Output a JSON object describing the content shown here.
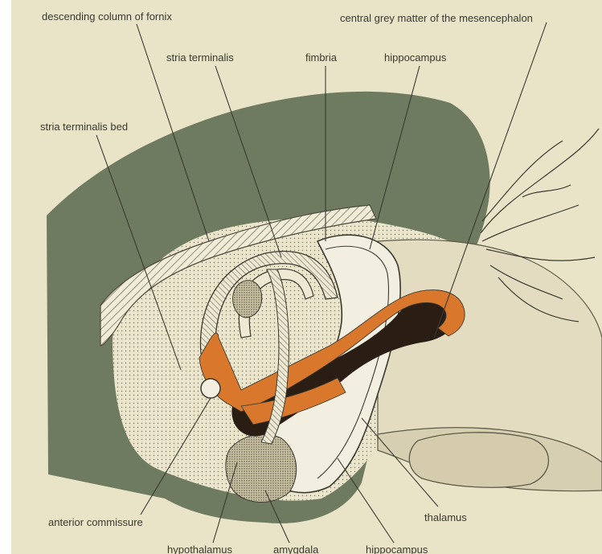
{
  "labels": {
    "descending_column_of_fornix": "descending column of fornix",
    "central_grey_matter": "central grey matter of the mesencephalon",
    "stria_terminalis": "stria terminalis",
    "fimbria": "fimbria",
    "hippocampus_top": "hippocampus",
    "stria_terminalis_bed": "stria terminalis bed",
    "anterior_commissure": "anterior commissure",
    "thalamus": "thalamus",
    "hypothalamus": "hypothalamus",
    "amygdala": "amygdala",
    "hippocampus_bottom": "hippocampus"
  },
  "colors": {
    "background": "#e9e3c8",
    "cortex": "#6f7b60",
    "pallor": "#f3efe0",
    "stipple": "#d9d2b6",
    "stria": "#d9782c",
    "ventricle": "#2a1d14",
    "ink": "#3a3a30",
    "brainstem": "#e3dcc0"
  }
}
